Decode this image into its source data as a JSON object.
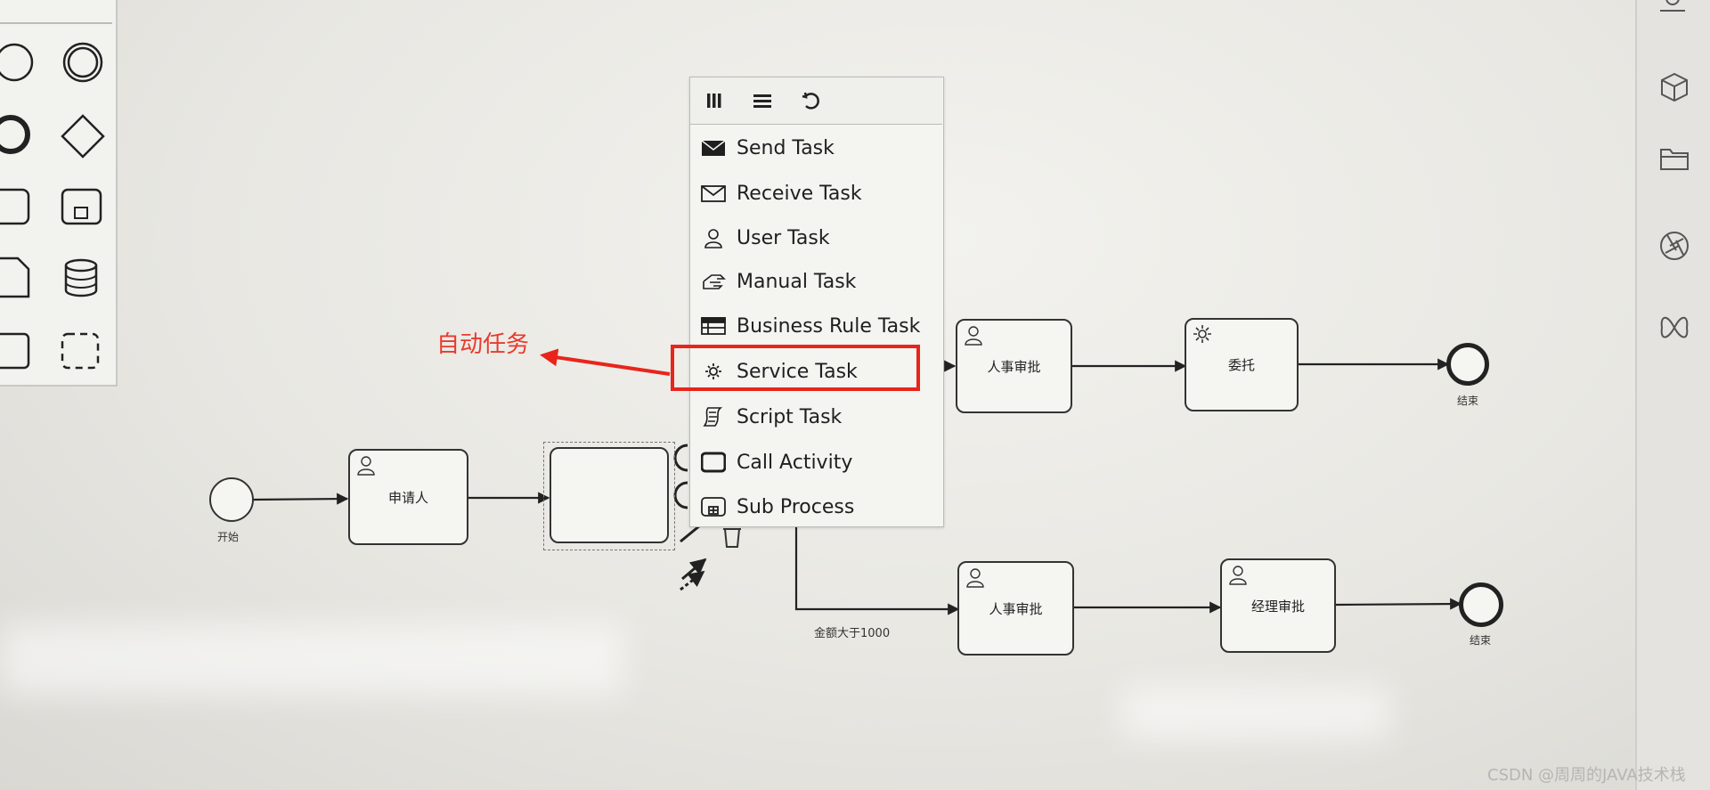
{
  "popup_menu": {
    "header_icons": [
      "columns-icon",
      "list-icon",
      "rotate-icon"
    ],
    "items": [
      {
        "label": "Send Task",
        "icon": "envelope-filled-icon"
      },
      {
        "label": "Receive Task",
        "icon": "envelope-outline-icon"
      },
      {
        "label": "User Task",
        "icon": "user-icon"
      },
      {
        "label": "Manual Task",
        "icon": "hand-icon"
      },
      {
        "label": "Business Rule Task",
        "icon": "table-icon"
      },
      {
        "label": "Service Task",
        "icon": "gear-icon"
      },
      {
        "label": "Script Task",
        "icon": "script-icon"
      },
      {
        "label": "Call Activity",
        "icon": "call-activity-icon"
      },
      {
        "label": "Sub Process",
        "icon": "subprocess-icon"
      }
    ]
  },
  "annotation": {
    "text": "自动任务",
    "color": "#e8251b"
  },
  "diagram": {
    "start_event_label": "开始",
    "tasks": {
      "applicant": "申请人",
      "hr_approval_top": "人事审批",
      "delegate": "委托",
      "hr_approval_bottom": "人事审批",
      "manager_approval": "经理审批"
    },
    "end_event_labels": [
      "结束",
      "结束"
    ],
    "flow_condition": "金额大于1000"
  },
  "watermark": "CSDN @周周的JAVA技术栈"
}
